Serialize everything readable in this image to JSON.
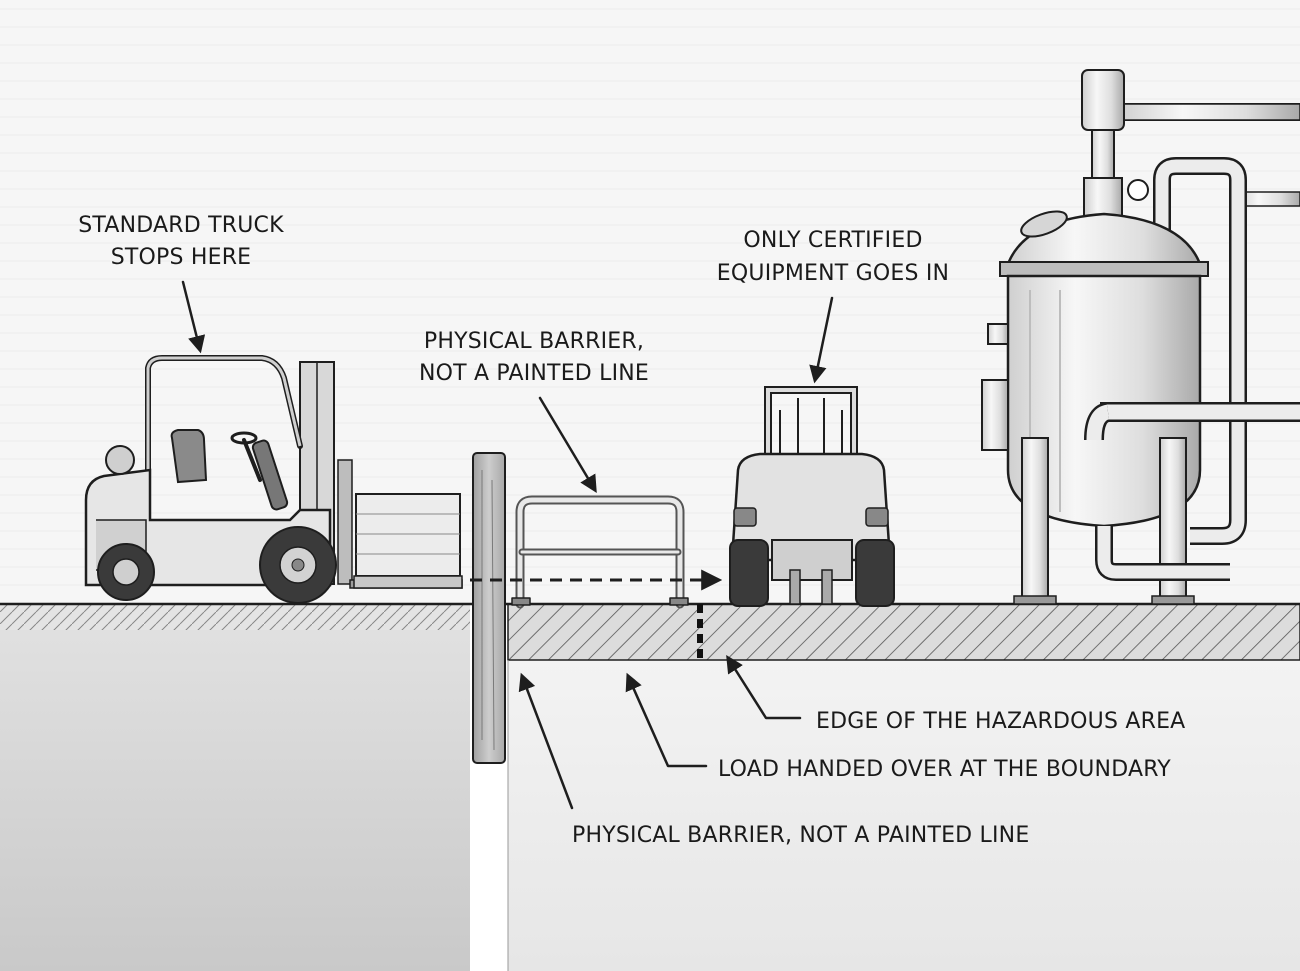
{
  "labels": {
    "standard_truck": [
      "STANDARD TRUCK",
      "STOPS HERE"
    ],
    "barrier_top": [
      "PHYSICAL BARRIER,",
      "NOT A PAINTED LINE"
    ],
    "certified": [
      "ONLY CERTIFIED",
      "EQUIPMENT GOES IN"
    ],
    "hazard_edge": "EDGE OF THE HAZARDOUS AREA",
    "handover": "LOAD HANDED OVER AT THE BOUNDARY",
    "barrier_bottom": "PHYSICAL BARRIER, NOT A PAINTED LINE"
  },
  "icons": {
    "forklift": "forklift-icon",
    "certified_vehicle": "certified-forklift-icon",
    "reactor": "reactor-vessel-icon",
    "barrier_post": "barrier-post-icon",
    "guard_rail": "guard-rail-icon"
  },
  "colors": {
    "ink": "#1e1e1e",
    "safe_zone": "#d9d9d9",
    "hazard_zone": "#eeeeee",
    "post": "#b9b9b9"
  }
}
